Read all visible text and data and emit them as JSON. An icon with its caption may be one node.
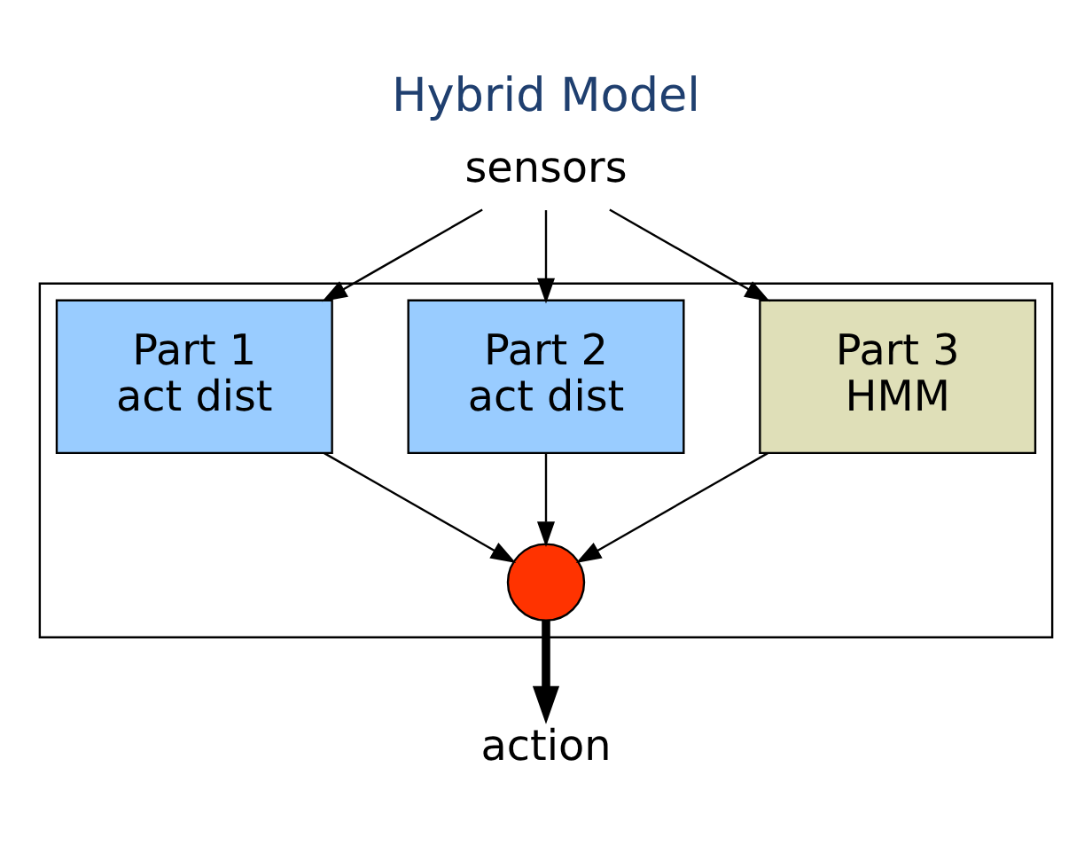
{
  "diagram": {
    "title": "Hybrid Model",
    "nodes": [
      {
        "text": [
          "sensors"
        ]
      },
      {
        "text": [],
        "shape": "box"
      },
      {
        "text": [
          "Part 1",
          "act dist"
        ],
        "in": 1
      },
      {
        "text": [
          "Part 2",
          "act dist"
        ],
        "in": 1
      },
      {
        "text": [
          "Part 3",
          "HMM"
        ],
        "in": 1
      },
      {
        "text": [],
        "shape": "circle",
        "in": 1
      },
      {
        "text": [
          "action"
        ]
      }
    ],
    "edges": [
      {
        "from": 0,
        "to": 2,
        "arrow": "to"
      },
      {
        "from": 0,
        "to": 3,
        "arrow": "to"
      },
      {
        "from": 0,
        "to": 4,
        "arrow": "to"
      },
      {
        "from": 2,
        "to": 5,
        "arrow": "to"
      },
      {
        "from": 3,
        "to": 5,
        "arrow": "to"
      },
      {
        "from": 4,
        "to": 5,
        "arrow": "to"
      },
      {
        "from": 5,
        "to": 6,
        "arrow": "to",
        "style": "thick"
      }
    ]
  }
}
